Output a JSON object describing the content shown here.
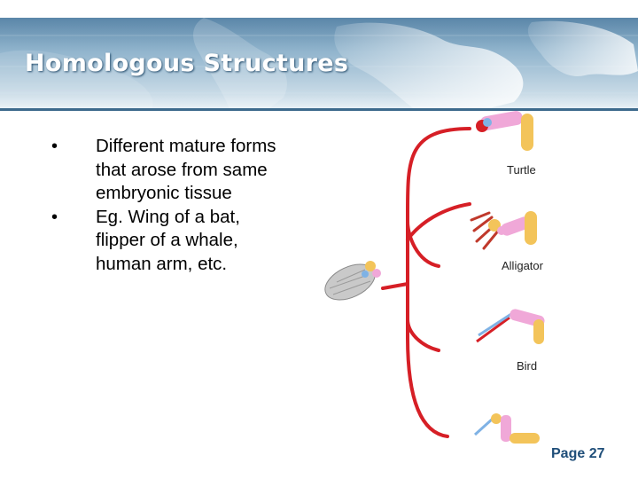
{
  "slide": {
    "title": "Homologous Structures",
    "bullets": [
      {
        "marker": "•",
        "text": "Different mature forms that arose from same embryonic tissue"
      },
      {
        "marker": "•",
        "text": "Eg. Wing of a bat, flipper of a whale, human arm, etc."
      }
    ],
    "page_label": "Page 27"
  },
  "figure": {
    "labels": {
      "turtle": "Turtle",
      "alligator": "Alligator",
      "bird": "Bird"
    },
    "colors": {
      "branch": "#d61f26",
      "bone_upper": "#f0a8d8",
      "bone_lower": "#f3c45a",
      "bone_mid": "#7fb2e5",
      "ancestor_fin": "#c9c9c9"
    }
  },
  "theme": {
    "banner_blue": "#5a86a8",
    "page_number_color": "#1f4e79"
  }
}
